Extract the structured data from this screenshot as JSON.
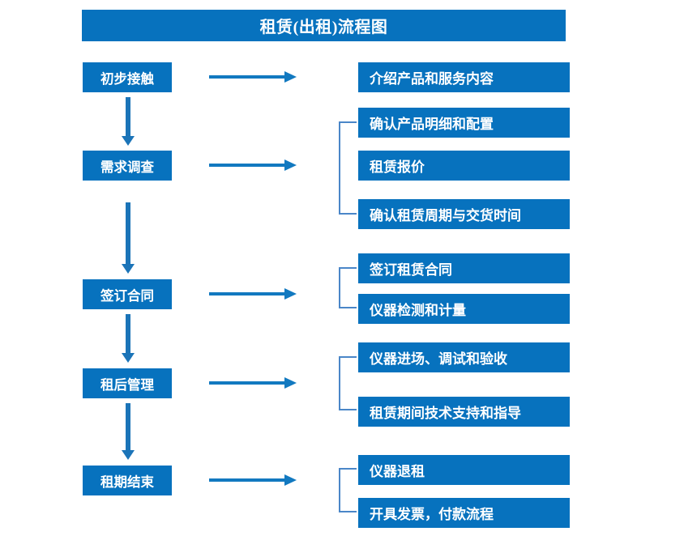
{
  "title": "租赁(出租)流程图",
  "colors": {
    "box_fill": "#0772BE",
    "box_text": "#FFFFFF",
    "arrow": "#1279C0",
    "bracket": "#4A86C8",
    "background": "#FFFFFF"
  },
  "stages": [
    {
      "label": "初步接触"
    },
    {
      "label": "需求调查"
    },
    {
      "label": "签订合同"
    },
    {
      "label": "租后管理"
    },
    {
      "label": "租期结束"
    }
  ],
  "details": [
    {
      "label": "介绍产品和服务内容"
    },
    {
      "label": "确认产品明细和配置"
    },
    {
      "label": "租赁报价"
    },
    {
      "label": "确认租赁周期与交货时间"
    },
    {
      "label": "签订租赁合同"
    },
    {
      "label": "仪器检测和计量"
    },
    {
      "label": "仪器进场、调试和验收"
    },
    {
      "label": "租赁期间技术支持和指导"
    },
    {
      "label": "仪器退租"
    },
    {
      "label": "开具发票，付款流程"
    }
  ],
  "groups": [
    {
      "stage": "需求调查",
      "members": [
        "确认产品明细和配置",
        "租赁报价",
        "确认租赁周期与交货时间"
      ]
    },
    {
      "stage": "签订合同",
      "members": [
        "签订租赁合同",
        "仪器检测和计量"
      ]
    },
    {
      "stage": "租后管理",
      "members": [
        "仪器进场、调试和验收",
        "租赁期间技术支持和指导"
      ]
    },
    {
      "stage": "租期结束",
      "members": [
        "仪器退租",
        "开具发票，付款流程"
      ]
    }
  ],
  "flow_arrows": {
    "vertical_label": "next-stage",
    "horizontal_label": "stage-to-details"
  }
}
